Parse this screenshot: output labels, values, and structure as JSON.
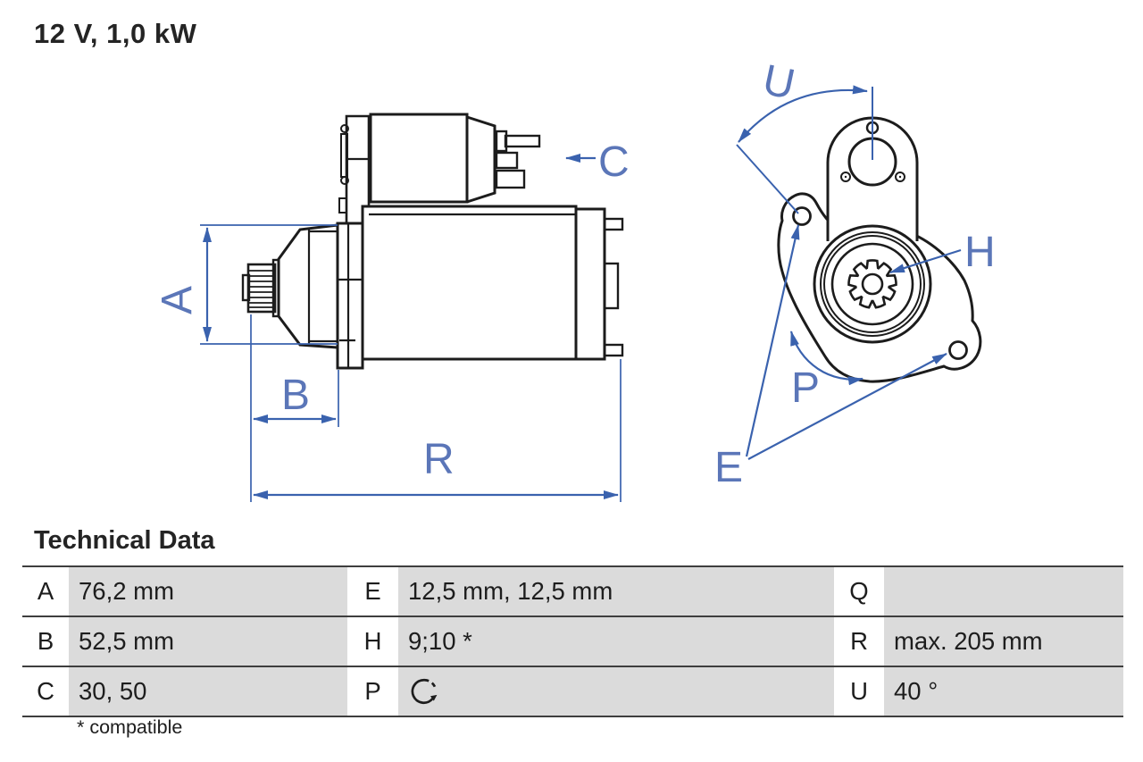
{
  "title": "12 V, 1,0 kW",
  "drawing": {
    "dimension_labels": {
      "A": "A",
      "B": "B",
      "C": "C",
      "R": "R",
      "U": "U",
      "H": "H",
      "P": "P",
      "E": "E"
    },
    "colors": {
      "outline": "#1c1c1c",
      "dimension_blue": "#3a62ae",
      "label_blue": "#5b76b8"
    },
    "views": [
      "starter-motor-side-view",
      "starter-motor-front-flange-view"
    ]
  },
  "technical_data": {
    "heading": "Technical Data",
    "footnote": "* compatible",
    "rows": [
      [
        {
          "key": "A",
          "value": "76,2 mm"
        },
        {
          "key": "E",
          "value": "12,5 mm, 12,5 mm"
        },
        {
          "key": "Q",
          "value": ""
        }
      ],
      [
        {
          "key": "B",
          "value": "52,5 mm"
        },
        {
          "key": "H",
          "value": "9;10 *"
        },
        {
          "key": "R",
          "value": "max. 205 mm"
        }
      ],
      [
        {
          "key": "C",
          "value": "30, 50"
        },
        {
          "key": "P",
          "value": "",
          "icon": "clockwise-rotation-icon"
        },
        {
          "key": "U",
          "value": "40 °"
        }
      ]
    ]
  }
}
